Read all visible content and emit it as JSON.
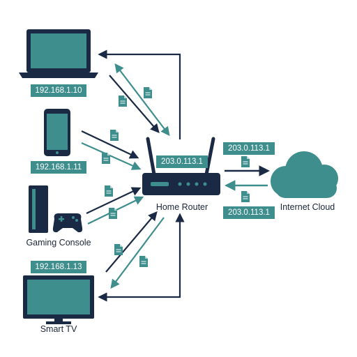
{
  "colors": {
    "navy": "#1b2a44",
    "teal": "#3e8e8d",
    "screen": "#3e8e8d"
  },
  "devices": {
    "laptop": {
      "ip": "192.168.1.10",
      "icon": "laptop-icon"
    },
    "phone": {
      "ip": "192.168.1.11",
      "icon": "smartphone-icon"
    },
    "console": {
      "label": "Gaming Console",
      "icon": "game-console-icon"
    },
    "tv": {
      "ip": "192.168.1.13",
      "label": "Smart TV",
      "icon": "tv-icon"
    }
  },
  "router": {
    "label": "Home Router",
    "ip": "203.0.113.1",
    "icon": "router-icon"
  },
  "cloud": {
    "label": "Internet Cloud",
    "icon": "cloud-icon"
  },
  "wan": {
    "outbound_ip": "203.0.113.1",
    "inbound_ip": "203.0.113.1"
  }
}
